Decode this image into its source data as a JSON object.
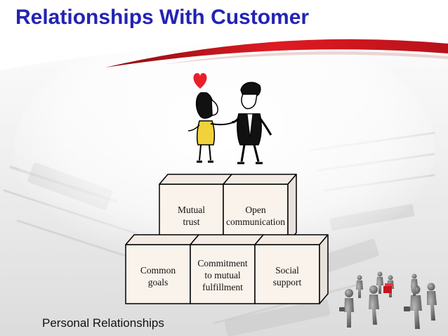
{
  "slide": {
    "title": "Relationships With Customer",
    "footer": "Personal Relationships"
  },
  "pyramid": {
    "top_row": [
      {
        "line1": "Mutual",
        "line2": "trust"
      },
      {
        "line1": "Open",
        "line2": "communication"
      }
    ],
    "bottom_row": [
      {
        "line1": "Common",
        "line2": "goals"
      },
      {
        "line1": "Commitment",
        "line2": "to mutual",
        "line3": "fulfillment"
      },
      {
        "line1": "Social",
        "line2": "support"
      }
    ]
  },
  "colors": {
    "title": "#2323b4",
    "swoosh": "#d9141c",
    "heart": "#e8202a",
    "box_front": "#faf3ec",
    "box_side": "#e9e2dc"
  },
  "illustrations": [
    "couple-clipart",
    "heart-icon",
    "business-people-figures"
  ]
}
